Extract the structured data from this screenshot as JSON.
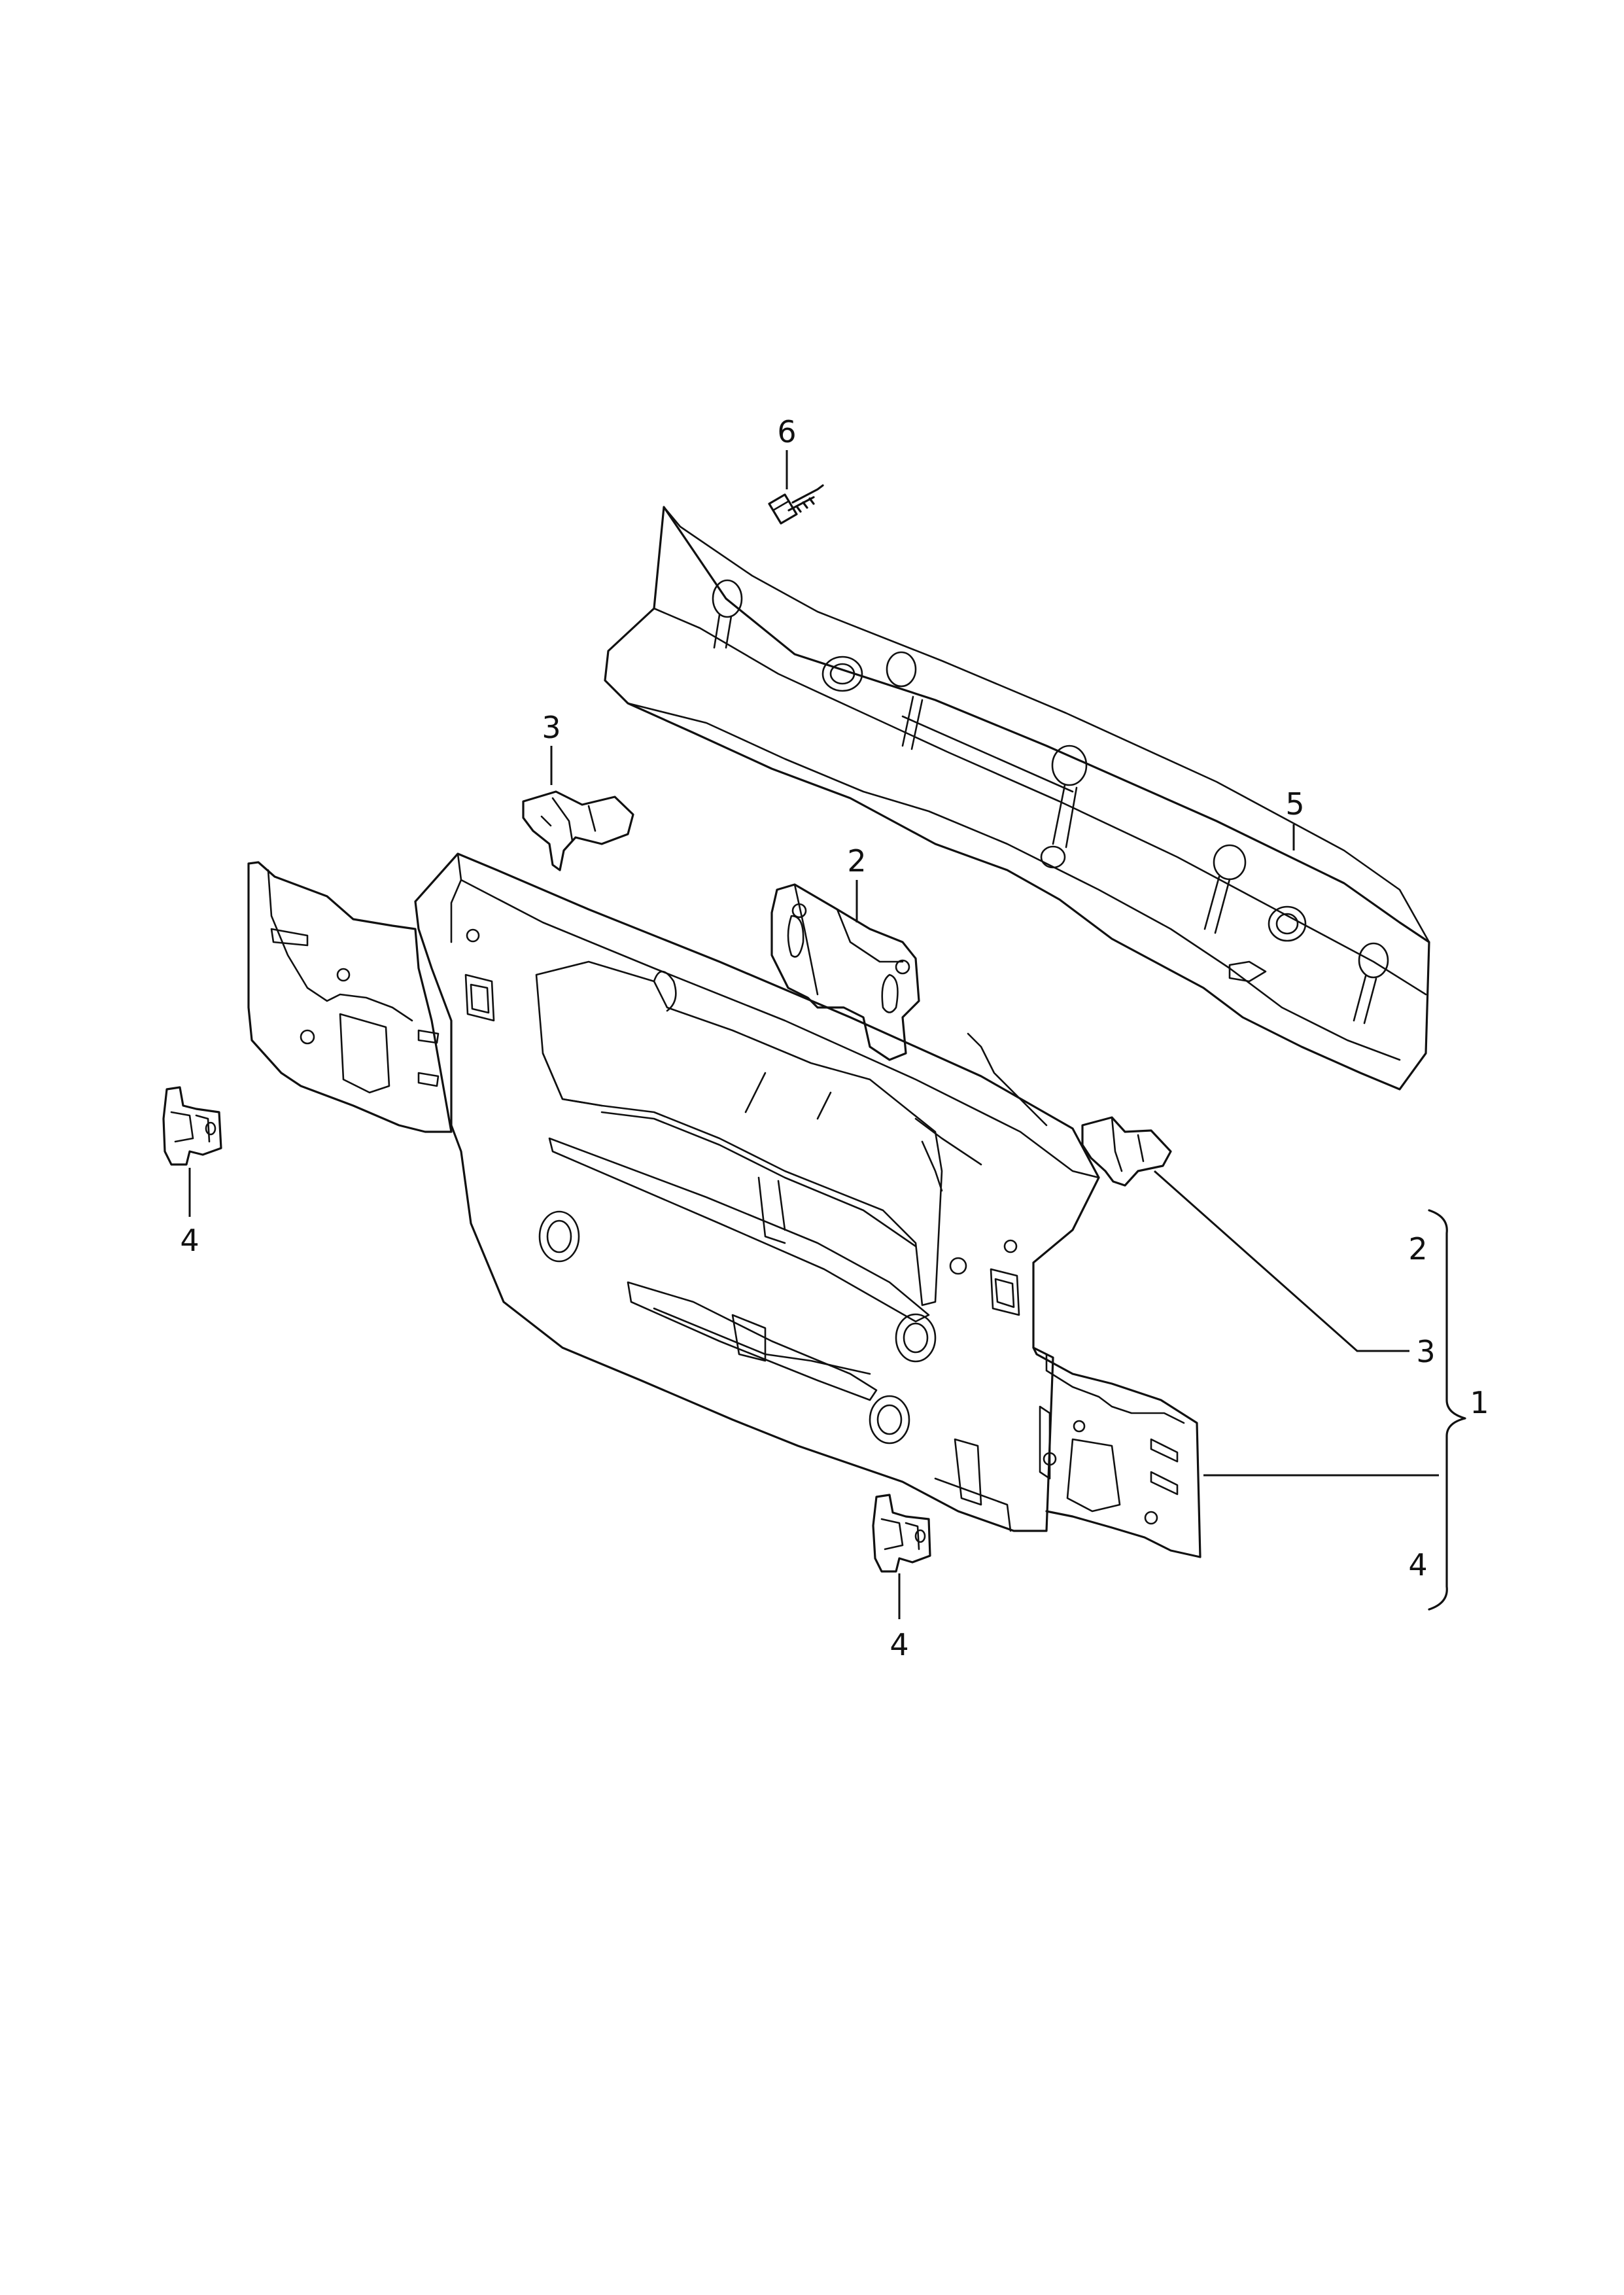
{
  "callouts": {
    "part_6": "6",
    "part_5": "5",
    "part_3_top": "3",
    "part_2_top": "2",
    "part_4_left": "4",
    "part_4_bottom": "4",
    "bracket_group": "1",
    "bracket_item_2": "2",
    "bracket_item_3": "3",
    "bracket_item_4": "4"
  }
}
